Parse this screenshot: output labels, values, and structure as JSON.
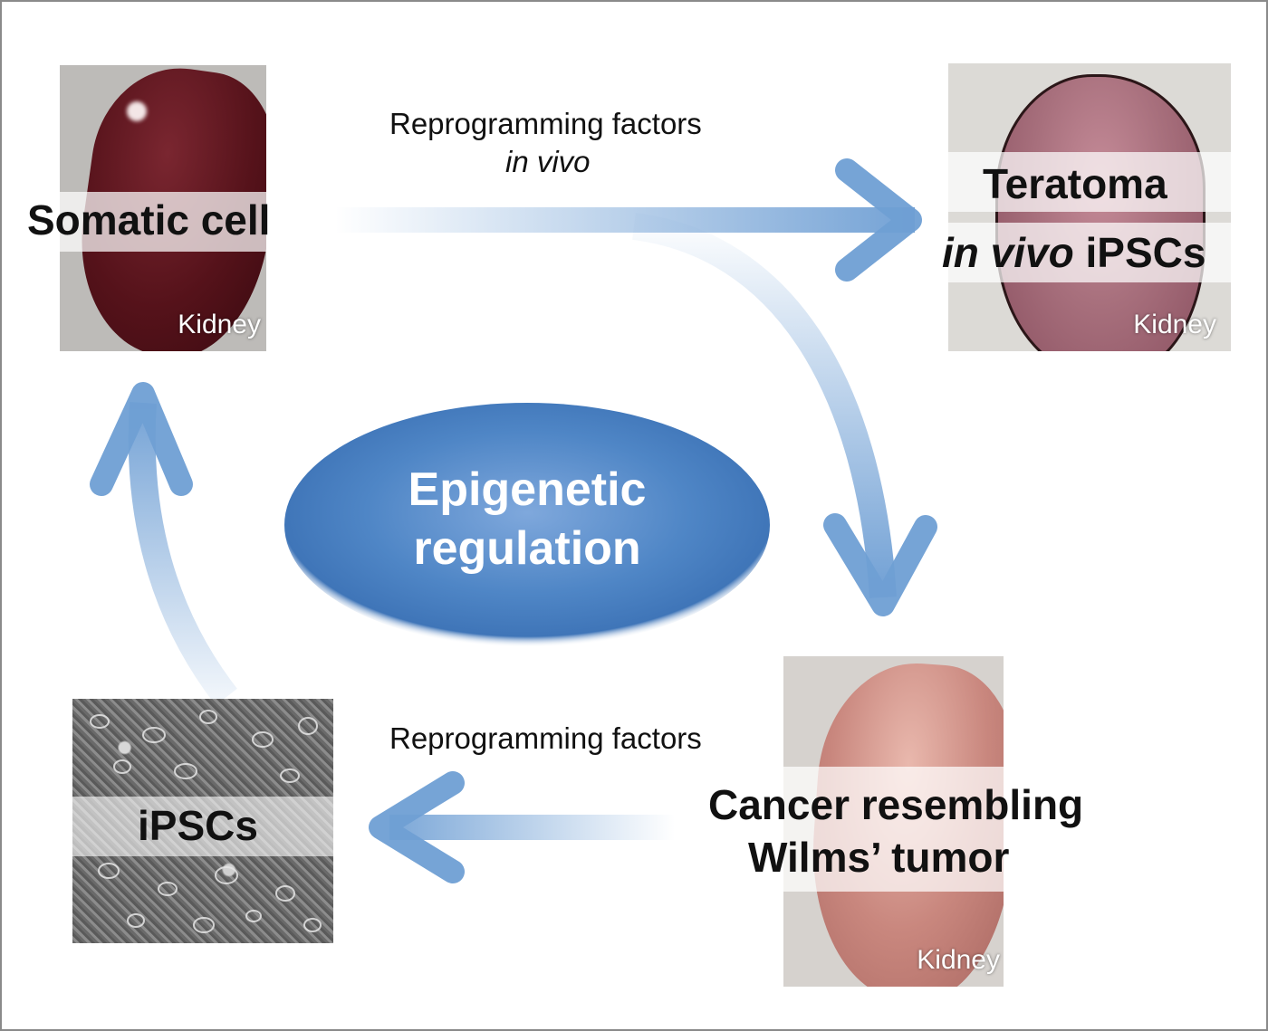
{
  "nodes": {
    "somatic": {
      "label": "Somatic cell",
      "organ": "Kidney"
    },
    "teratoma": {
      "label_line1": "Teratoma",
      "label_line2_italic": "in vivo",
      "label_line2_rest": "iPSCs",
      "organ": "Kidney"
    },
    "cancer": {
      "label_line1": "Cancer resembling",
      "label_line2": "Wilms’ tumor",
      "organ": "Kidney"
    },
    "ipsc": {
      "label": "iPSCs"
    }
  },
  "arrows": {
    "top": {
      "caption_line1": "Reprogramming factors",
      "caption_line2": "in vivo"
    },
    "bottom": {
      "caption_line1": "Reprogramming factors"
    }
  },
  "center": {
    "line1": "Epigenetic",
    "line2": "regulation"
  },
  "colors": {
    "arrow": "#6f9fd4",
    "ellipse": "#4f86c6",
    "border": "#8a8a8a"
  }
}
